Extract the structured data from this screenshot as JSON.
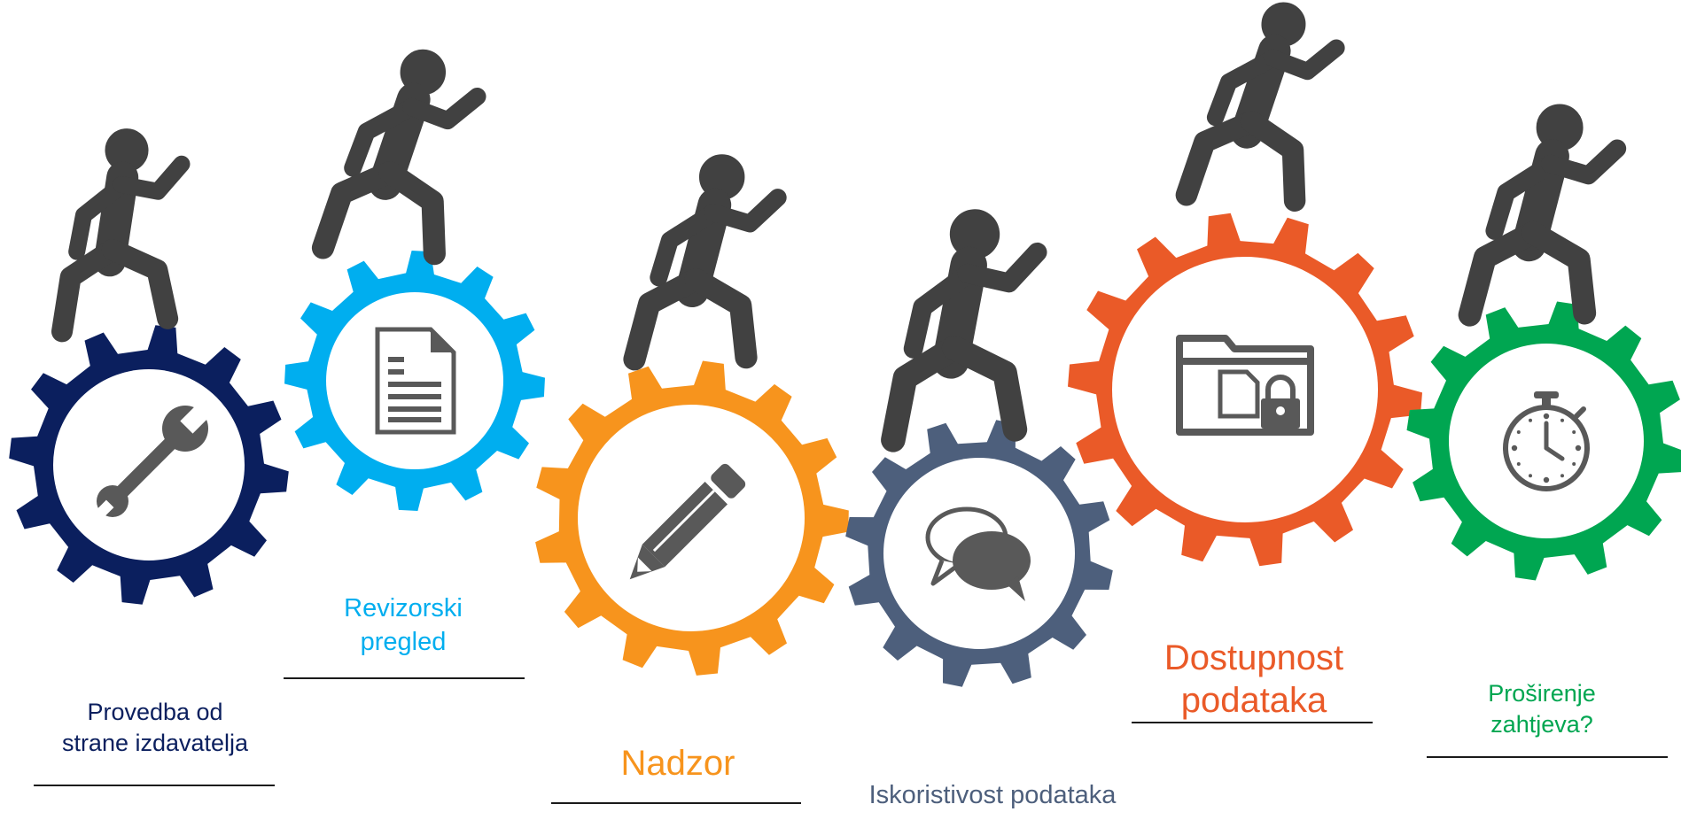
{
  "colors": {
    "figure": "#414141",
    "icon": "#595959",
    "navy": "#0b1f5e",
    "sky": "#00aeef",
    "orange": "#f7941d",
    "slate": "#4d5f7c",
    "red": "#ea5a28",
    "green": "#00a651"
  },
  "steps": [
    {
      "id": "provedba",
      "label_lines": [
        "Provedba od",
        "strane izdavatelja"
      ],
      "color": "#0b1f5e",
      "icon": "wrench-icon"
    },
    {
      "id": "revizorski",
      "label_lines": [
        "Revizorski",
        "pregled"
      ],
      "color": "#00aeef",
      "icon": "document-icon"
    },
    {
      "id": "nadzor",
      "label_lines": [
        "Nadzor"
      ],
      "color": "#f7941d",
      "icon": "pencil-icon"
    },
    {
      "id": "iskoristivost",
      "label_lines": [
        "Iskoristivost podataka"
      ],
      "color": "#4d5f7c",
      "icon": "chat-bubbles-icon"
    },
    {
      "id": "dostupnost",
      "label_lines": [
        "Dostupnost",
        "podataka"
      ],
      "color": "#ea5a28",
      "icon": "locked-folder-icon"
    },
    {
      "id": "prosirenje",
      "label_lines": [
        "Proširenje",
        "zahtjeva?"
      ],
      "color": "#00a651",
      "icon": "stopwatch-icon"
    }
  ]
}
